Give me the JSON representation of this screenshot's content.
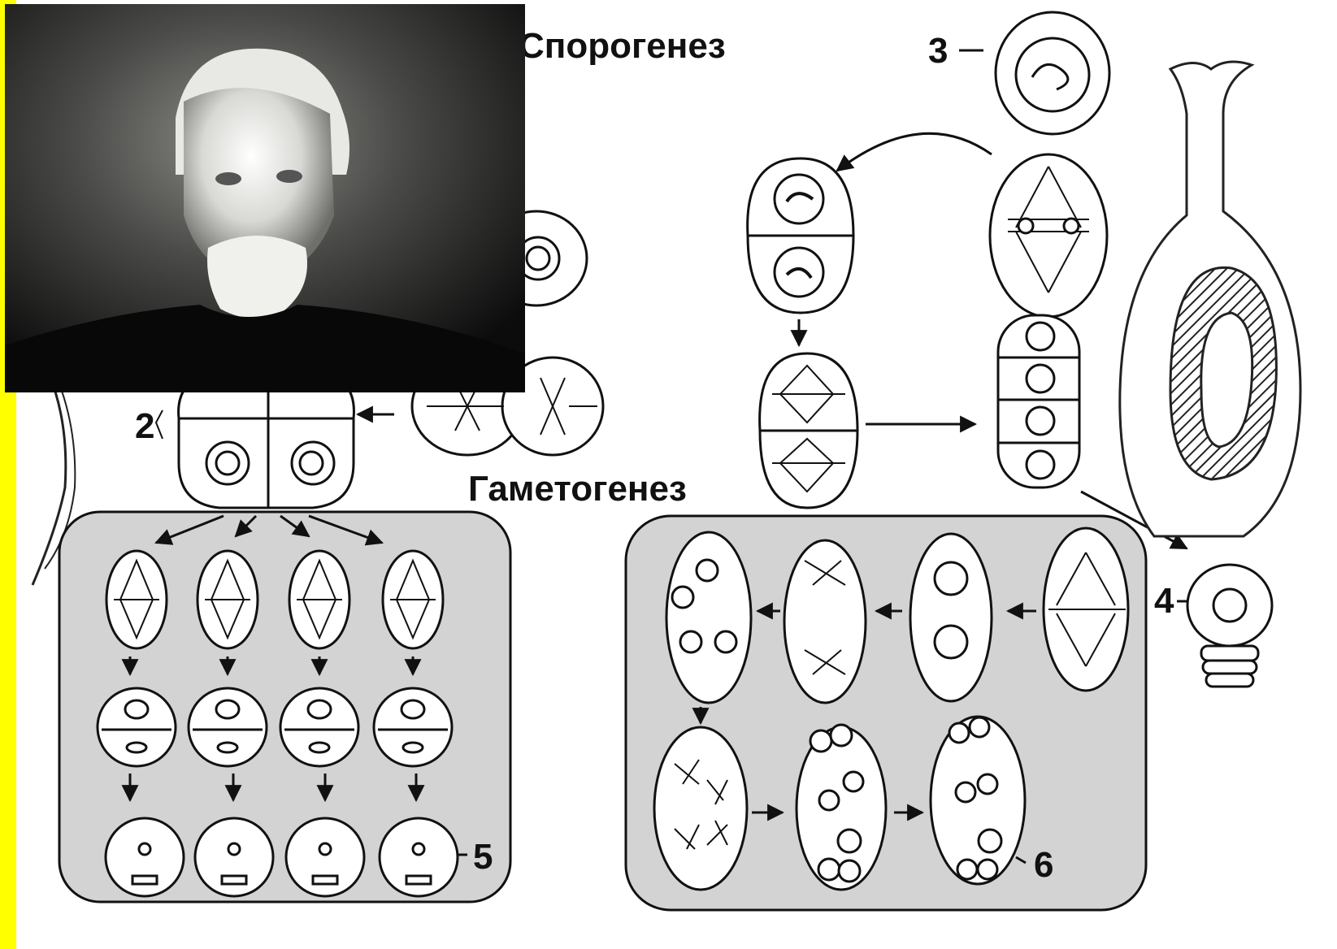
{
  "titles": {
    "sporogenesis": "Спорогенез",
    "gametogenesis": "Гаметогенез"
  },
  "labels": {
    "n2": "2",
    "n3": "3",
    "n4": "4",
    "n5": "5",
    "n6": "6"
  },
  "colors": {
    "frame": "#ffff00",
    "panel": "#d3d3d3",
    "ink": "#111111"
  }
}
